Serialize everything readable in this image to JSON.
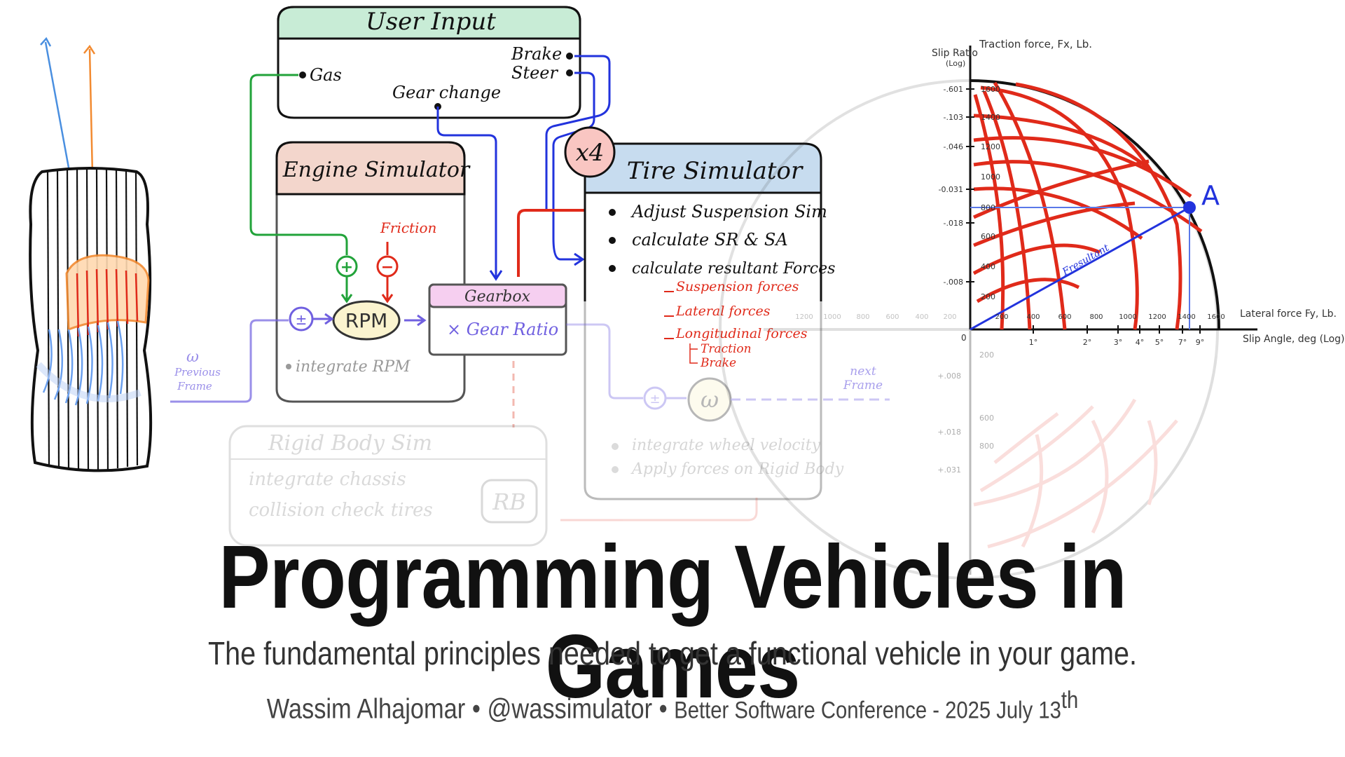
{
  "diagram": {
    "user_input": {
      "title": "User Input",
      "gas": "Gas",
      "gear_change": "Gear change",
      "brake": "Brake",
      "steer": "Steer"
    },
    "engine": {
      "title": "Engine Simulator",
      "friction": "Friction",
      "rpm": "RPM",
      "plus": "+",
      "minus": "−",
      "pm": "±",
      "integrate": "integrate RPM"
    },
    "gearbox": {
      "title": "Gearbox",
      "gear_ratio": "× Gear Ratio"
    },
    "previous_frame": {
      "omega": "ω",
      "line1": "Previous",
      "line2": "Frame"
    },
    "next_frame": {
      "line1": "next",
      "line2": "Frame"
    },
    "tire": {
      "badge": "x4",
      "title": "Tire Simulator",
      "bullets": [
        "Adjust Suspension Sim",
        "calculate SR & SA",
        "calculate resultant Forces"
      ],
      "subitems": [
        "Suspension forces",
        "Lateral forces",
        "Longitudinal forces"
      ],
      "subsub": [
        "Traction",
        "Brake"
      ],
      "omega": "ω",
      "pm": "±",
      "faded": [
        "integrate wheel velocity",
        "Apply forces on Rigid Body"
      ]
    },
    "rigid_body": {
      "title": "Rigid Body Sim",
      "items": [
        "integrate chassis",
        "collision check tires"
      ],
      "badge": "RB"
    },
    "chart": {
      "ylabel_top": "Slip Ratio",
      "ylabel_top2": "(Log)",
      "ylabel": "Traction force, Fx, Lb.",
      "xlabel": "Lateral force Fy, Lb.",
      "xlabel2": "Slip Angle, deg (Log)",
      "point": "A",
      "resultant": "Fresultant",
      "origin": "0",
      "slip_ratio_ticks": [
        "-.601",
        "-.103",
        "-.046",
        "-0.031",
        "-.018",
        "-.008"
      ],
      "fx_ticks": [
        "1600",
        "1400",
        "1200",
        "1000",
        "800",
        "600",
        "400",
        "200"
      ],
      "fy_ticks": [
        "200",
        "400",
        "600",
        "800",
        "1000",
        "1200",
        "1400",
        "1600"
      ],
      "angle_ticks": [
        "1°",
        "2°",
        "3°",
        "4°",
        "5°",
        "7°",
        "9°"
      ],
      "neg_ratio_ticks": [
        "+.008",
        "+.018",
        "+.031"
      ],
      "neg_fx_ticks": [
        "200",
        "600",
        "800"
      ],
      "neg_fy_ticks": [
        "1200",
        "1000",
        "800",
        "600",
        "400",
        "200"
      ]
    }
  },
  "title": "Programming Vehicles in Games",
  "subtitle": "The fundamental principles needed to get a functional vehicle in your game.",
  "byline": {
    "author": "Wassim Alhajomar",
    "sep": "•",
    "handle": "@wassimulator",
    "conference": "Better Software Conference - 2025 July 13",
    "suffix": "th"
  },
  "colors": {
    "green": "#22a33a",
    "red": "#e02a1a",
    "blue": "#2233dd",
    "purple": "#7060e0",
    "user_input_fill": "#c8ecd6",
    "engine_fill": "#f3d6cc",
    "tire_fill": "#c7dcef",
    "gearbox_fill": "#f6cff0"
  }
}
